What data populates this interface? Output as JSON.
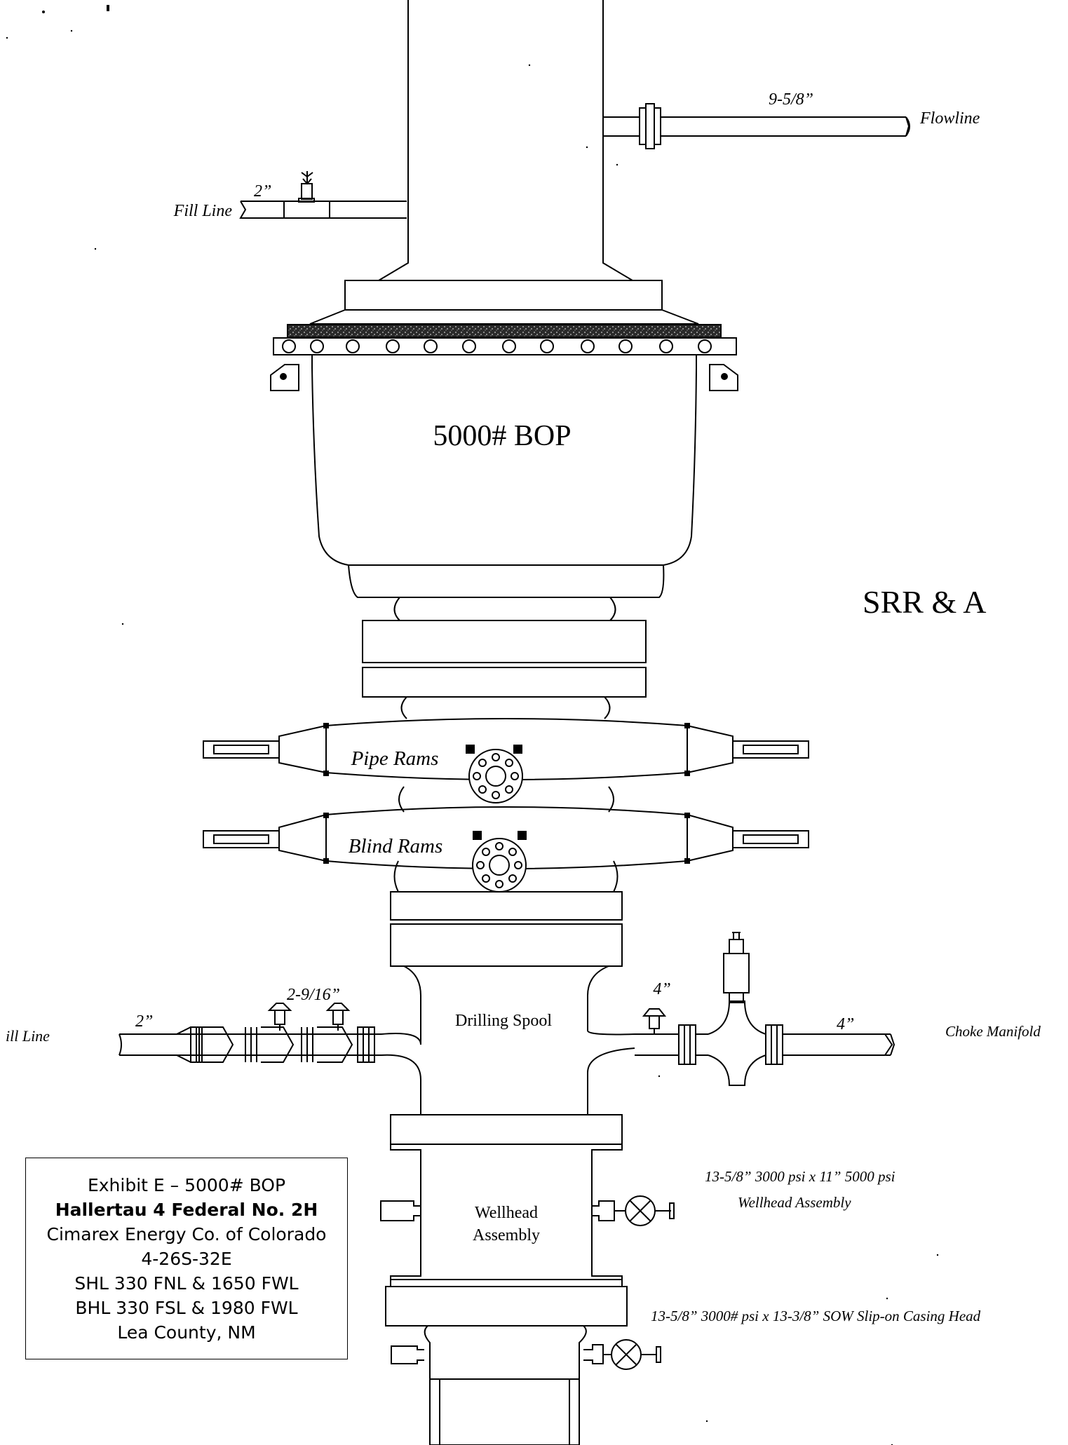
{
  "labels": {
    "flowline_size": "9-5/8”",
    "flowline": "Flowline",
    "fill_line_size": "2”",
    "fill_line": "Fill Line",
    "bop_title": "5000# BOP",
    "company_mark": "SRR & A",
    "pipe_rams": "Pipe Rams",
    "blind_rams": "Blind Rams",
    "kill_line_size_inner": "2-9/16”",
    "kill_line_size": "2”",
    "kill_line": "ill Line",
    "drilling_spool": "Drilling Spool",
    "choke_valve_size": "4”",
    "choke_line_size": "4”",
    "choke_manifold": "Choke Manifold",
    "wellhead_spec": "13-5/8” 3000 psi   x   11” 5000  psi",
    "wellhead_spec_name": "Wellhead Assembly",
    "wellhead_line1": "Wellhead",
    "wellhead_line2": "Assembly",
    "casing_head_spec": "13-5/8” 3000# psi x 13-3/8” SOW   Slip-on Casing Head"
  },
  "exhibit": {
    "line1": "Exhibit E – 5000# BOP",
    "line2": "Hallertau 4 Federal No. 2H",
    "line3": "Cimarex Energy Co. of Colorado",
    "line4": "4-26S-32E",
    "line5": "SHL 330 FNL & 1650 FWL",
    "line6": "BHL 330 FSL & 1980 FWL",
    "line7": "Lea County, NM"
  }
}
